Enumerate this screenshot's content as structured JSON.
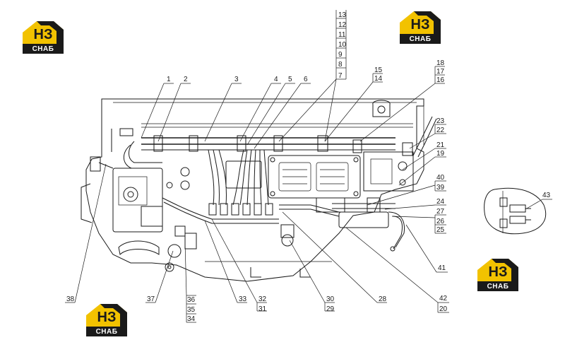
{
  "colors": {
    "line": "#1a1a1a",
    "logo_yellow": "#f2c200",
    "logo_dark": "#1a1a1a",
    "background": "#ffffff"
  },
  "logo": {
    "mark": "НЗ",
    "text": "СНАБ",
    "icon": "nz-snab-logo-icon"
  },
  "callouts": {
    "c1": "1",
    "c2": "2",
    "c3": "3",
    "c4": "4",
    "c5": "5",
    "c6": "6",
    "c7": "7",
    "c8": "8",
    "c9": "9",
    "c10": "10",
    "c11": "11",
    "c12": "12",
    "c13": "13",
    "c14": "14",
    "c15": "15",
    "c16": "16",
    "c17": "17",
    "c18": "18",
    "c19": "19",
    "c20": "20",
    "c21": "21",
    "c22": "22",
    "c23": "23",
    "c24": "24",
    "c25": "25",
    "c26": "26",
    "c27": "27",
    "c28": "28",
    "c29": "29",
    "c30": "30",
    "c31": "31",
    "c32": "32",
    "c33": "33",
    "c34": "34",
    "c35": "35",
    "c36": "36",
    "c37": "37",
    "c38": "38",
    "c39": "39",
    "c40": "40",
    "c41": "41",
    "c42": "42",
    "c43": "43"
  }
}
